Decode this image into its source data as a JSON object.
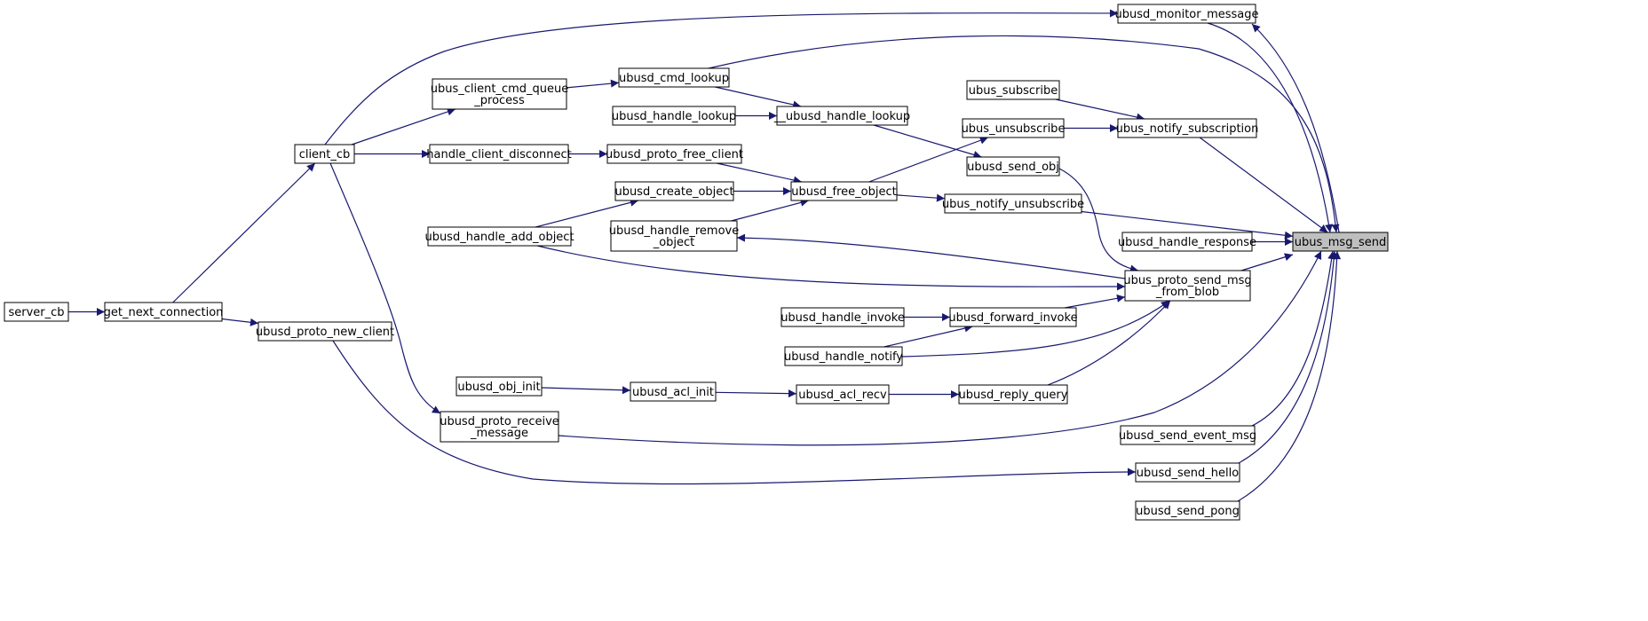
{
  "graph": {
    "focus": "ubus_msg_send",
    "nodes": [
      {
        "id": "server_cb",
        "lines": [
          "server_cb"
        ]
      },
      {
        "id": "get_next_connection",
        "lines": [
          "get_next_connection"
        ]
      },
      {
        "id": "client_cb",
        "lines": [
          "client_cb"
        ]
      },
      {
        "id": "ubusd_proto_new_client",
        "lines": [
          "ubusd_proto_new_client"
        ]
      },
      {
        "id": "ubus_client_cmd_queue_process",
        "lines": [
          "ubus_client_cmd_queue",
          "_process"
        ]
      },
      {
        "id": "handle_client_disconnect",
        "lines": [
          "handle_client_disconnect"
        ]
      },
      {
        "id": "ubusd_handle_add_object",
        "lines": [
          "ubusd_handle_add_object"
        ]
      },
      {
        "id": "ubusd_proto_receive_message",
        "lines": [
          "ubusd_proto_receive",
          "_message"
        ]
      },
      {
        "id": "ubusd_obj_init",
        "lines": [
          "ubusd_obj_init"
        ]
      },
      {
        "id": "ubusd_cmd_lookup",
        "lines": [
          "ubusd_cmd_lookup"
        ]
      },
      {
        "id": "ubusd_handle_lookup",
        "lines": [
          "ubusd_handle_lookup"
        ]
      },
      {
        "id": "ubusd_proto_free_client",
        "lines": [
          "ubusd_proto_free_client"
        ]
      },
      {
        "id": "ubusd_create_object",
        "lines": [
          "ubusd_create_object"
        ]
      },
      {
        "id": "ubusd_handle_remove_object",
        "lines": [
          "ubusd_handle_remove",
          "_object"
        ]
      },
      {
        "id": "ubusd_acl_init",
        "lines": [
          "ubusd_acl_init"
        ]
      },
      {
        "id": "__ubusd_handle_lookup",
        "lines": [
          "__ubusd_handle_lookup"
        ]
      },
      {
        "id": "ubusd_free_object",
        "lines": [
          "ubusd_free_object"
        ]
      },
      {
        "id": "ubusd_handle_invoke",
        "lines": [
          "ubusd_handle_invoke"
        ]
      },
      {
        "id": "ubusd_handle_notify",
        "lines": [
          "ubusd_handle_notify"
        ]
      },
      {
        "id": "ubusd_acl_recv",
        "lines": [
          "ubusd_acl_recv"
        ]
      },
      {
        "id": "ubus_subscribe",
        "lines": [
          "ubus_subscribe"
        ]
      },
      {
        "id": "ubus_unsubscribe",
        "lines": [
          "ubus_unsubscribe"
        ]
      },
      {
        "id": "ubusd_send_obj",
        "lines": [
          "ubusd_send_obj"
        ]
      },
      {
        "id": "ubus_notify_unsubscribe",
        "lines": [
          "ubus_notify_unsubscribe"
        ]
      },
      {
        "id": "ubusd_forward_invoke",
        "lines": [
          "ubusd_forward_invoke"
        ]
      },
      {
        "id": "ubusd_reply_query",
        "lines": [
          "ubusd_reply_query"
        ]
      },
      {
        "id": "ubusd_monitor_message",
        "lines": [
          "ubusd_monitor_message"
        ]
      },
      {
        "id": "ubus_notify_subscription",
        "lines": [
          "ubus_notify_subscription"
        ]
      },
      {
        "id": "ubusd_handle_response",
        "lines": [
          "ubusd_handle_response"
        ]
      },
      {
        "id": "ubus_proto_send_msg_from_blob",
        "lines": [
          "ubus_proto_send_msg",
          "_from_blob"
        ]
      },
      {
        "id": "ubusd_send_event_msg",
        "lines": [
          "ubusd_send_event_msg"
        ]
      },
      {
        "id": "ubusd_send_hello",
        "lines": [
          "ubusd_send_hello"
        ]
      },
      {
        "id": "ubusd_send_pong",
        "lines": [
          "ubusd_send_pong"
        ]
      },
      {
        "id": "ubus_msg_send",
        "lines": [
          "ubus_msg_send"
        ]
      }
    ],
    "edges": [
      {
        "from": "server_cb",
        "to": "get_next_connection"
      },
      {
        "from": "get_next_connection",
        "to": "client_cb"
      },
      {
        "from": "get_next_connection",
        "to": "ubusd_proto_new_client"
      },
      {
        "from": "client_cb",
        "to": "ubusd_monitor_message"
      },
      {
        "from": "client_cb",
        "to": "ubus_client_cmd_queue_process"
      },
      {
        "from": "client_cb",
        "to": "handle_client_disconnect"
      },
      {
        "from": "client_cb",
        "to": "ubusd_proto_receive_message"
      },
      {
        "from": "ubus_client_cmd_queue_process",
        "to": "ubusd_cmd_lookup"
      },
      {
        "from": "ubusd_cmd_lookup",
        "to": "__ubusd_handle_lookup"
      },
      {
        "from": "ubusd_cmd_lookup",
        "to": "ubus_msg_send"
      },
      {
        "from": "ubusd_handle_lookup",
        "to": "__ubusd_handle_lookup"
      },
      {
        "from": "__ubusd_handle_lookup",
        "to": "ubusd_send_obj"
      },
      {
        "from": "handle_client_disconnect",
        "to": "ubusd_proto_free_client"
      },
      {
        "from": "ubusd_proto_free_client",
        "to": "ubusd_free_object"
      },
      {
        "from": "ubusd_create_object",
        "to": "ubusd_free_object"
      },
      {
        "from": "ubusd_handle_add_object",
        "to": "ubusd_create_object"
      },
      {
        "from": "ubusd_handle_add_object",
        "to": "ubus_proto_send_msg_from_blob"
      },
      {
        "from": "ubusd_handle_remove_object",
        "to": "ubusd_free_object"
      },
      {
        "from": "ubus_proto_send_msg_from_blob",
        "to": "ubusd_handle_remove_object"
      },
      {
        "from": "ubusd_free_object",
        "to": "ubus_unsubscribe"
      },
      {
        "from": "ubusd_free_object",
        "to": "ubus_notify_unsubscribe"
      },
      {
        "from": "ubus_subscribe",
        "to": "ubus_notify_subscription"
      },
      {
        "from": "ubus_unsubscribe",
        "to": "ubus_notify_subscription"
      },
      {
        "from": "ubusd_send_obj",
        "to": "ubus_proto_send_msg_from_blob"
      },
      {
        "from": "ubus_notify_unsubscribe",
        "to": "ubus_msg_send"
      },
      {
        "from": "ubus_notify_subscription",
        "to": "ubus_msg_send"
      },
      {
        "from": "ubusd_monitor_message",
        "to": "ubus_msg_send"
      },
      {
        "from": "ubus_msg_send",
        "to": "ubusd_monitor_message"
      },
      {
        "from": "ubusd_handle_response",
        "to": "ubus_msg_send"
      },
      {
        "from": "ubus_proto_send_msg_from_blob",
        "to": "ubus_msg_send"
      },
      {
        "from": "ubusd_handle_invoke",
        "to": "ubusd_forward_invoke"
      },
      {
        "from": "ubusd_handle_notify",
        "to": "ubusd_forward_invoke"
      },
      {
        "from": "ubusd_handle_notify",
        "to": "ubus_proto_send_msg_from_blob"
      },
      {
        "from": "ubusd_forward_invoke",
        "to": "ubus_proto_send_msg_from_blob"
      },
      {
        "from": "ubusd_obj_init",
        "to": "ubusd_acl_init"
      },
      {
        "from": "ubusd_acl_init",
        "to": "ubusd_acl_recv"
      },
      {
        "from": "ubusd_acl_recv",
        "to": "ubusd_reply_query"
      },
      {
        "from": "ubusd_reply_query",
        "to": "ubus_proto_send_msg_from_blob"
      },
      {
        "from": "ubusd_proto_receive_message",
        "to": "ubus_msg_send"
      },
      {
        "from": "ubusd_proto_new_client",
        "to": "ubusd_send_hello"
      },
      {
        "from": "ubusd_send_event_msg",
        "to": "ubus_msg_send"
      },
      {
        "from": "ubusd_send_hello",
        "to": "ubus_msg_send"
      },
      {
        "from": "ubusd_send_pong",
        "to": "ubus_msg_send"
      }
    ]
  }
}
